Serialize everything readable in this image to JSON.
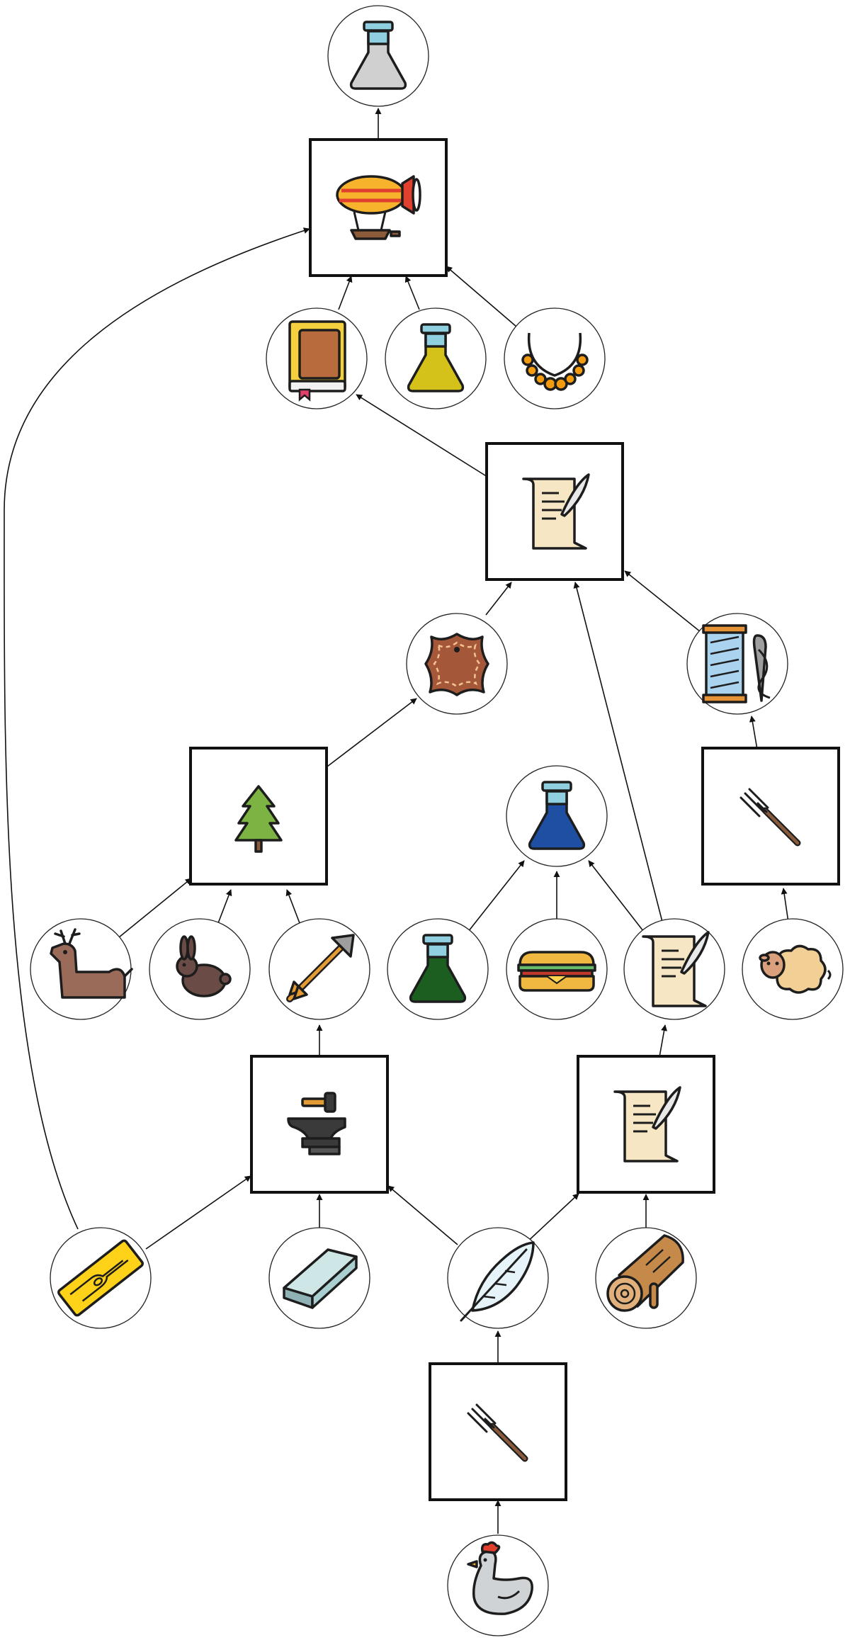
{
  "diagram": {
    "kind": "crafting-flow",
    "palette": {
      "line": "#111111",
      "node_fill": "#ffffff"
    },
    "nodes": [
      {
        "id": "flask-gray",
        "shape": "circle",
        "icon": "flask-gray-icon",
        "color": "#cfcfcf"
      },
      {
        "id": "airship",
        "shape": "square",
        "icon": "airship-icon",
        "color": "#f6a623"
      },
      {
        "id": "book",
        "shape": "circle",
        "icon": "book-icon",
        "color": "#b86b3c"
      },
      {
        "id": "flask-yellow",
        "shape": "circle",
        "icon": "flask-yellow-icon",
        "color": "#d4c21a"
      },
      {
        "id": "necklace",
        "shape": "circle",
        "icon": "necklace-icon",
        "color": "#f29a10"
      },
      {
        "id": "scroll-upper",
        "shape": "square",
        "icon": "scroll-quill-icon",
        "color": "#f7e6c4"
      },
      {
        "id": "leather",
        "shape": "circle",
        "icon": "leather-hide-icon",
        "color": "#a5573a"
      },
      {
        "id": "thread-needle",
        "shape": "circle",
        "icon": "thread-needle-icon",
        "color": "#a9d3ee"
      },
      {
        "id": "tree-process",
        "shape": "square",
        "icon": "pine-tree-icon",
        "color": "#7cb342"
      },
      {
        "id": "pitchfork-process-right",
        "shape": "square",
        "icon": "pitchfork-icon",
        "color": "#8a5a3c"
      },
      {
        "id": "flask-blue",
        "shape": "circle",
        "icon": "flask-blue-icon",
        "color": "#1f4fa3"
      },
      {
        "id": "deer",
        "shape": "circle",
        "icon": "deer-icon",
        "color": "#9a6b58"
      },
      {
        "id": "rabbit",
        "shape": "circle",
        "icon": "rabbit-icon",
        "color": "#6b4b45"
      },
      {
        "id": "arrow",
        "shape": "circle",
        "icon": "arrow-icon",
        "color": "#e39b33"
      },
      {
        "id": "flask-green",
        "shape": "circle",
        "icon": "flask-green-icon",
        "color": "#1b5e20"
      },
      {
        "id": "sandwich",
        "shape": "circle",
        "icon": "sandwich-icon",
        "color": "#f0b840"
      },
      {
        "id": "scroll-small",
        "shape": "circle",
        "icon": "scroll-quill-icon",
        "color": "#f7e6c4"
      },
      {
        "id": "sheep",
        "shape": "circle",
        "icon": "sheep-icon",
        "color": "#f2cf94"
      },
      {
        "id": "anvil-process",
        "shape": "square",
        "icon": "anvil-icon",
        "color": "#3a3a3a"
      },
      {
        "id": "scroll-lower",
        "shape": "square",
        "icon": "scroll-quill-icon",
        "color": "#f7e6c4"
      },
      {
        "id": "plank",
        "shape": "circle",
        "icon": "wood-plank-icon",
        "color": "#ffd21a"
      },
      {
        "id": "metal-bar",
        "shape": "circle",
        "icon": "metal-bar-icon",
        "color": "#a9cfd0"
      },
      {
        "id": "feather",
        "shape": "circle",
        "icon": "feather-icon",
        "color": "#e6f3f8"
      },
      {
        "id": "log",
        "shape": "circle",
        "icon": "log-icon",
        "color": "#c58a4a"
      },
      {
        "id": "pitchfork-process-bottom",
        "shape": "square",
        "icon": "pitchfork-icon",
        "color": "#8a5a3c"
      },
      {
        "id": "chicken",
        "shape": "circle",
        "icon": "chicken-icon",
        "color": "#cfd3d6"
      }
    ],
    "edges": [
      {
        "from": "airship",
        "to": "flask-gray"
      },
      {
        "from": "book",
        "to": "airship"
      },
      {
        "from": "flask-yellow",
        "to": "airship"
      },
      {
        "from": "necklace",
        "to": "airship"
      },
      {
        "from": "plank",
        "to": "airship"
      },
      {
        "from": "scroll-upper",
        "to": "book"
      },
      {
        "from": "leather",
        "to": "scroll-upper"
      },
      {
        "from": "scroll-small",
        "to": "scroll-upper"
      },
      {
        "from": "thread-needle",
        "to": "scroll-upper"
      },
      {
        "from": "tree-process",
        "to": "leather"
      },
      {
        "from": "pitchfork-process-right",
        "to": "thread-needle"
      },
      {
        "from": "deer",
        "to": "tree-process"
      },
      {
        "from": "rabbit",
        "to": "tree-process"
      },
      {
        "from": "arrow",
        "to": "tree-process"
      },
      {
        "from": "flask-green",
        "to": "flask-blue"
      },
      {
        "from": "sandwich",
        "to": "flask-blue"
      },
      {
        "from": "scroll-small",
        "to": "flask-blue"
      },
      {
        "from": "sheep",
        "to": "pitchfork-process-right"
      },
      {
        "from": "anvil-process",
        "to": "arrow"
      },
      {
        "from": "scroll-lower",
        "to": "scroll-small"
      },
      {
        "from": "plank",
        "to": "anvil-process"
      },
      {
        "from": "metal-bar",
        "to": "anvil-process"
      },
      {
        "from": "feather",
        "to": "anvil-process"
      },
      {
        "from": "feather",
        "to": "scroll-lower"
      },
      {
        "from": "log",
        "to": "scroll-lower"
      },
      {
        "from": "pitchfork-process-bottom",
        "to": "feather"
      },
      {
        "from": "chicken",
        "to": "pitchfork-process-bottom"
      }
    ]
  }
}
